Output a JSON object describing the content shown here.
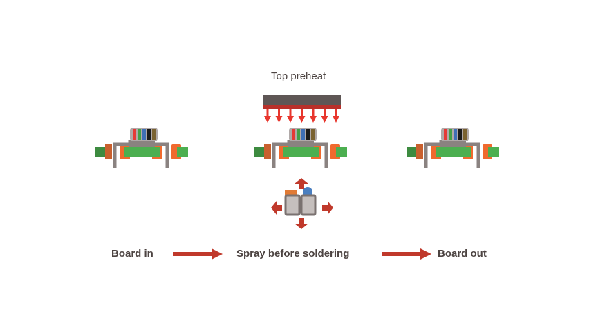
{
  "diagram": {
    "preheat_label": "Top preheat",
    "steps": [
      {
        "label": "Board in"
      },
      {
        "label": "Spray before soldering"
      },
      {
        "label": "Board out"
      }
    ],
    "colors": {
      "text": "#4d4442",
      "arrow": "#c0392b",
      "heater_bar": "#5e5655",
      "heater_strip": "#b9302a",
      "heat_arrow": "#e8362d",
      "frame": "#8a8280",
      "orange": "#f06a2e",
      "dark_orange": "#c9602e",
      "green": "#4caf50",
      "dark_green": "#3d8b40",
      "resistor_body": "#b0a9a8",
      "band_red": "#e53935",
      "band_green": "#43a047",
      "band_blue": "#3f6fb5",
      "band_black": "#1a1a1a",
      "band_brown": "#7a6230",
      "nozzle_body": "#c5bfbd",
      "nozzle_cap_orange": "#e07a35",
      "nozzle_cap_blue": "#4a7fc0"
    }
  }
}
